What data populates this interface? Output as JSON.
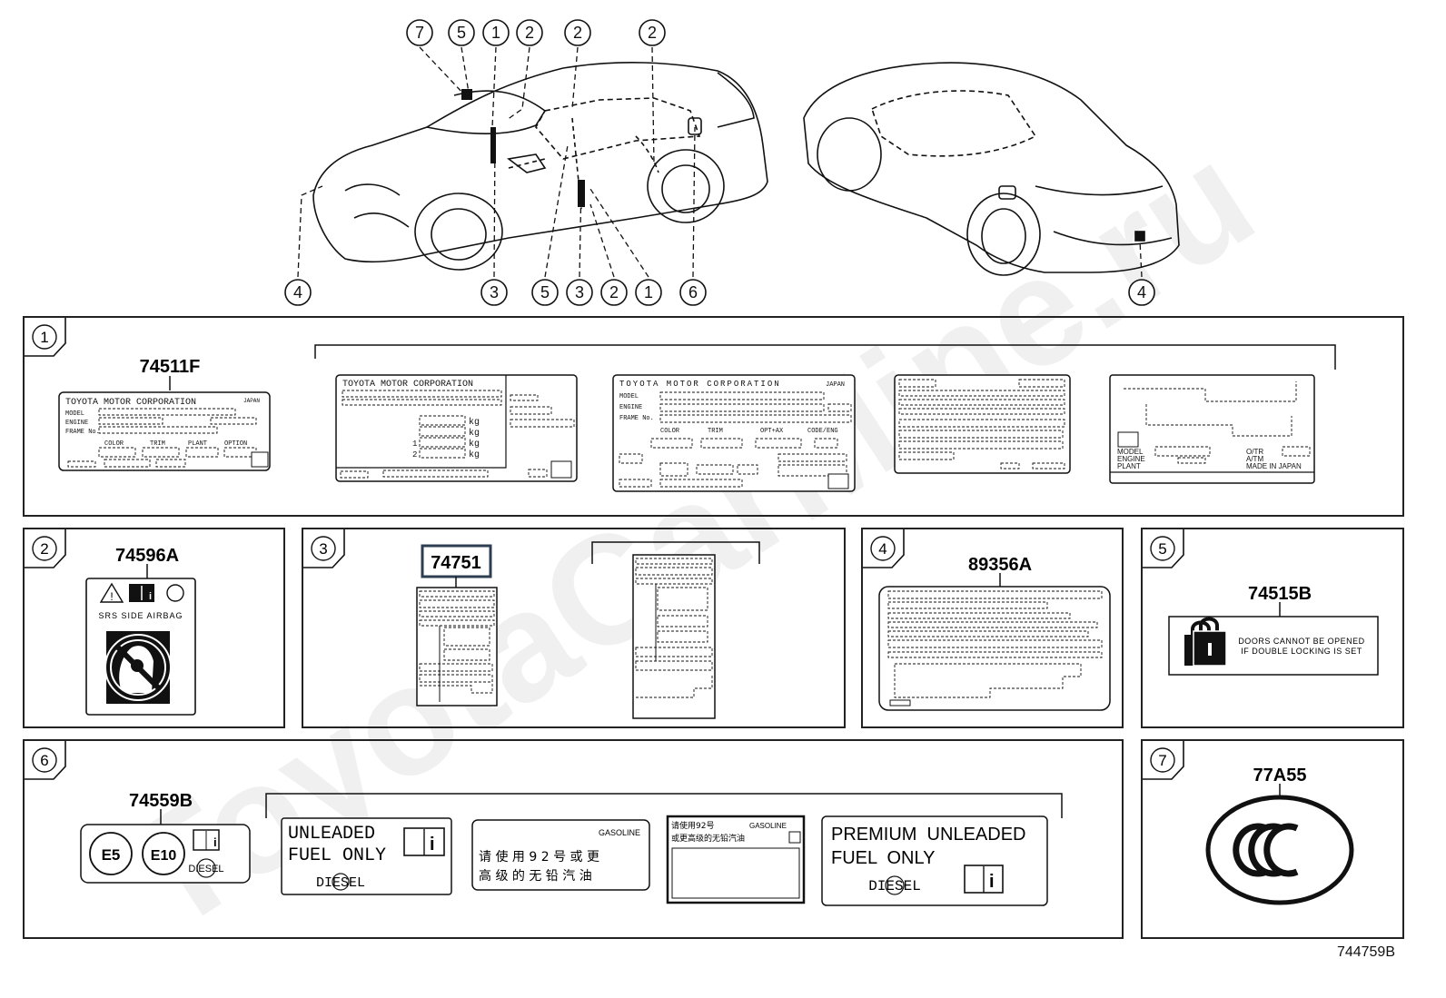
{
  "callouts": {
    "top_left_car": [
      "7",
      "5",
      "1",
      "2",
      "2",
      "2"
    ],
    "bottom_left_car": [
      "4",
      "3",
      "5",
      "3",
      "2",
      "1",
      "6"
    ],
    "right_car": [
      "4"
    ]
  },
  "panels": {
    "p1": {
      "num": "1",
      "part": "74511F",
      "label_a": {
        "title": "TOYOTA MOTOR CORPORATION",
        "country": "JAPAN",
        "rows": [
          "MODEL",
          "ENGINE",
          "FRAME No."
        ],
        "cols": [
          "COLOR",
          "TRIM",
          "PLANT",
          "OPTION"
        ]
      },
      "label_b": {
        "title": "TOYOTA MOTOR CORPORATION",
        "units": [
          "kg",
          "kg",
          "kg",
          "kg"
        ],
        "axles": [
          "1",
          "2"
        ]
      },
      "label_c": {
        "title": "TOYOTA MOTOR CORPORATION",
        "country": "JAPAN",
        "rows": [
          "MODEL",
          "ENGINE",
          "FRAME No."
        ],
        "cols": [
          "COLOR",
          "TRIM",
          "OPT+AX",
          "CODE/ENG"
        ]
      },
      "label_e": {
        "rows": [
          "MODEL",
          "ENGINE",
          "PLANT"
        ],
        "right_rows": [
          "O/TR",
          "A/TM"
        ],
        "made": "MADE IN JAPAN"
      }
    },
    "p2": {
      "num": "2",
      "part": "74596A",
      "caption": "SRS SIDE AIRBAG"
    },
    "p3": {
      "num": "3",
      "part": "74751"
    },
    "p4": {
      "num": "4",
      "part": "89356A"
    },
    "p5": {
      "num": "5",
      "part": "74515B",
      "text1": "DOORS CANNOT BE OPENED",
      "text2": "IF DOUBLE LOCKING IS SET"
    },
    "p6": {
      "num": "6",
      "part": "74559B",
      "e5": "E5",
      "e10": "E10",
      "diesel": "DIESEL",
      "l1_line1": "UNLEADED",
      "l1_line2": "FUEL ONLY",
      "l1_diesel": "DIESEL",
      "l2_gas": "GASOLINE",
      "l2_line1": "请 使 用 9 2 号 或 更",
      "l2_line2": "高 级 的 无 铅 汽 油",
      "l3_line1": "请使用92号",
      "l3_gas": "GASOLINE",
      "l3_line2": "或更高级的无铅汽油",
      "l4_line1": "PREMIUM  UNLEADED",
      "l4_line2": "FUEL  ONLY",
      "l4_diesel": "DIESEL"
    },
    "p7": {
      "num": "7",
      "part": "77A55"
    }
  },
  "footer": {
    "diagram_id": "744759B"
  },
  "watermark": "ToyotaCarMine.ru"
}
